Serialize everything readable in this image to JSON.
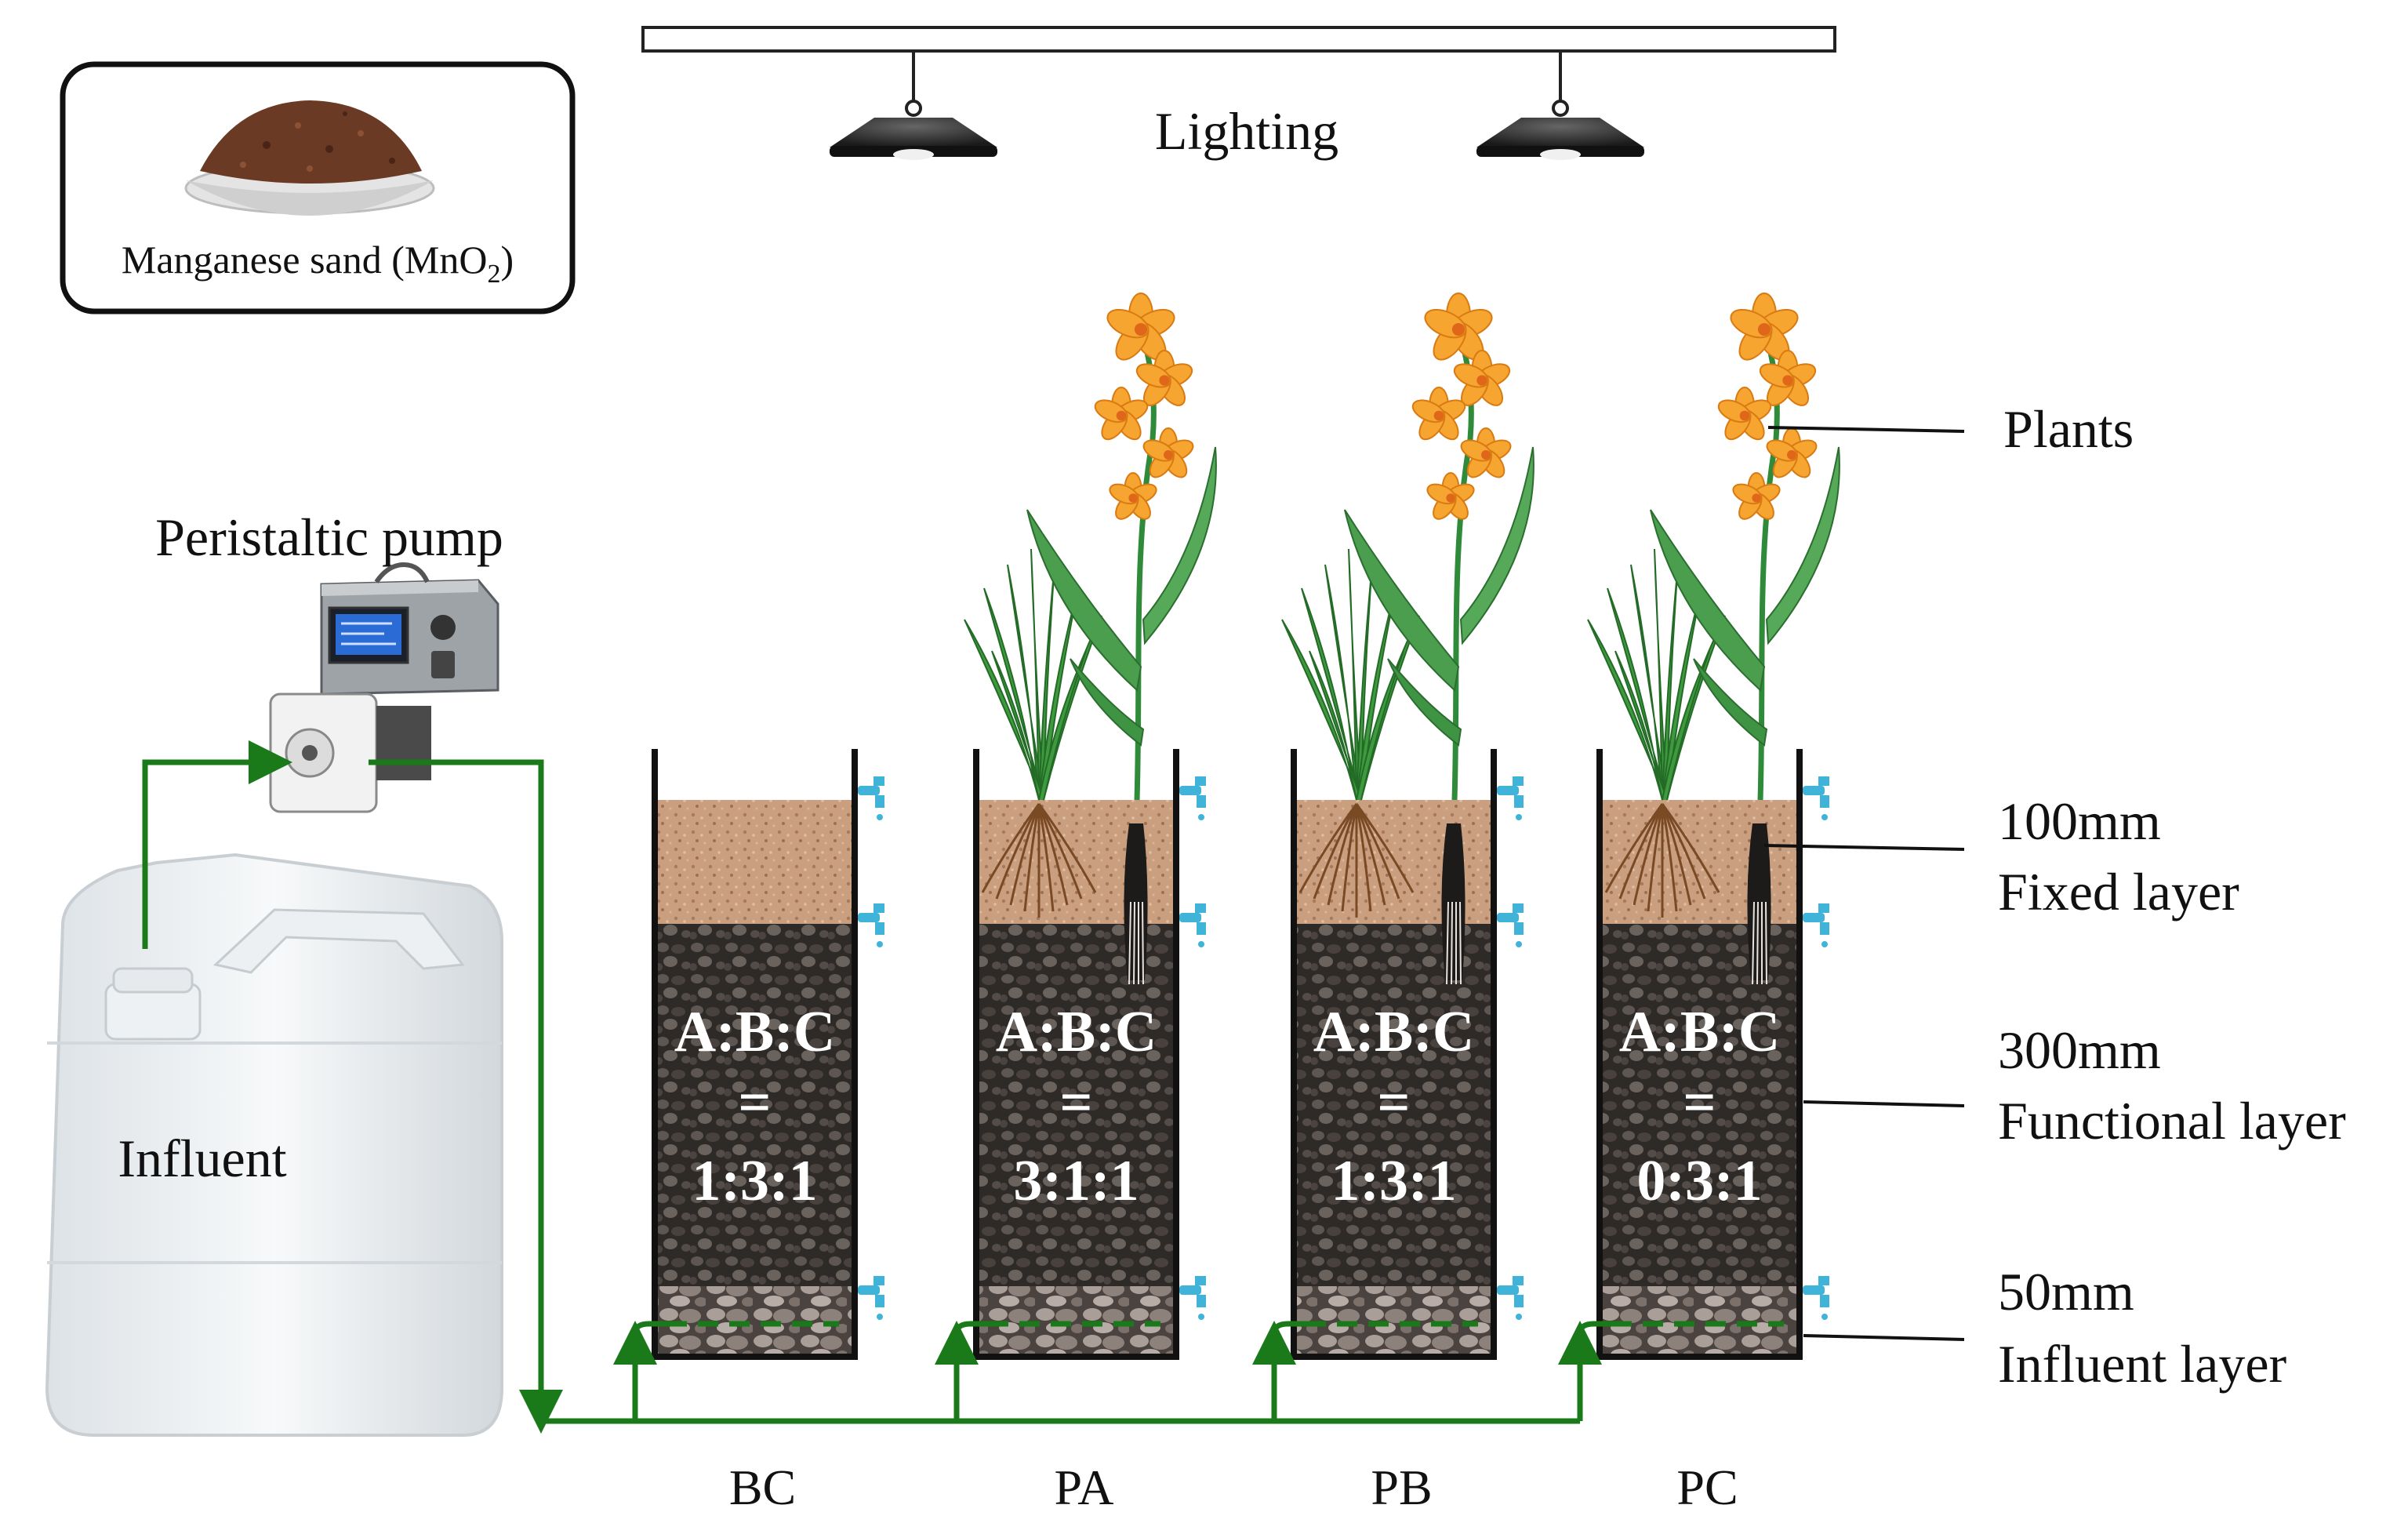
{
  "labels": {
    "lighting": "Lighting",
    "peristaltic_pump": "Peristaltic pump",
    "influent": "Influent",
    "plants": "Plants",
    "fixed_layer_thickness": "100mm",
    "fixed_layer_name": "Fixed layer",
    "functional_layer_thickness": "300mm",
    "functional_layer_name": "Functional layer",
    "influent_layer_thickness": "50mm",
    "influent_layer_name": "Influent layer"
  },
  "inset": {
    "material_prefix": "Manganese sand (MnO",
    "material_subscript": "2",
    "material_suffix": ")"
  },
  "columns": [
    {
      "name": "BC",
      "ratio_label": "A:B:C",
      "equals": "=",
      "ratio": "1:3:1",
      "planted": false
    },
    {
      "name": "PA",
      "ratio_label": "A:B:C",
      "equals": "=",
      "ratio": "3:1:1",
      "planted": true
    },
    {
      "name": "PB",
      "ratio_label": "A:B:C",
      "equals": "=",
      "ratio": "1:3:1",
      "planted": true
    },
    {
      "name": "PC",
      "ratio_label": "A:B:C",
      "equals": "=",
      "ratio": "0:3:1",
      "planted": true
    }
  ],
  "colors": {
    "pipe": "#1a7a1a",
    "fixed_layer": "#c79c7c",
    "functional_layer": "#2f2b29",
    "influent_layer": "#6e6460",
    "tap": "#3fb4d8",
    "flower": "#f5a530",
    "leaf": "#2f8a3a"
  }
}
